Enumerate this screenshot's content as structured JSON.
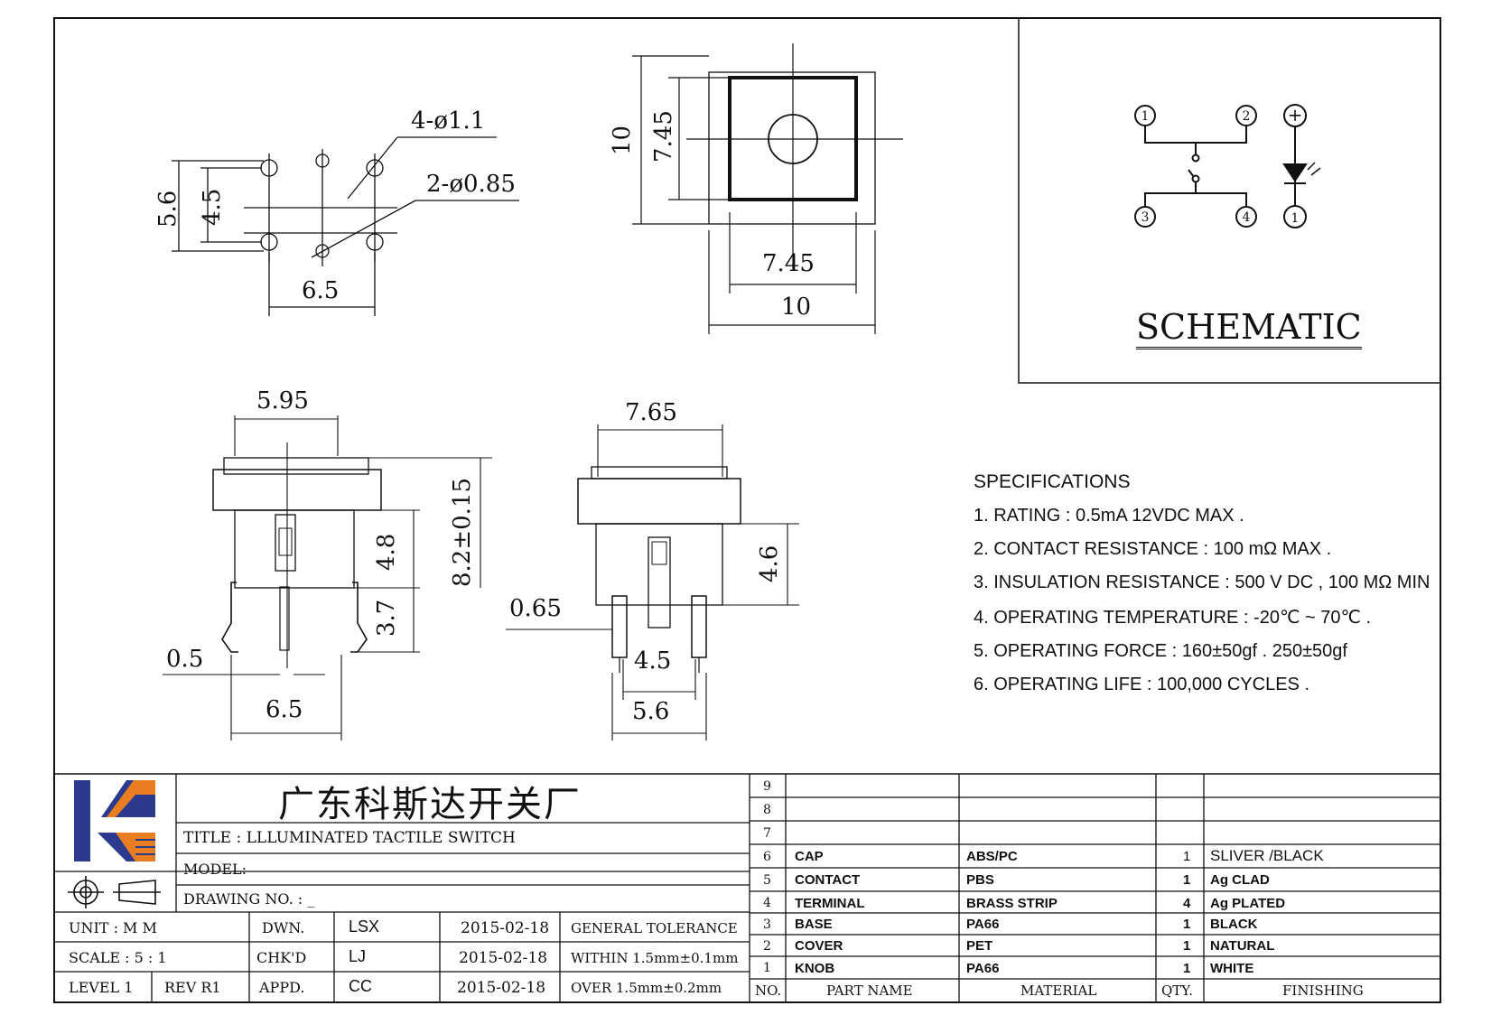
{
  "dimensions": {
    "bottom_hole_dia": "4-ø1.1",
    "bottom_led_hole_dia": "2-ø0.85",
    "bottom_height_outer": "5.6",
    "bottom_height_inner": "4.5",
    "bottom_width": "6.5",
    "top_height_outer": "10",
    "top_height_inner": "7.45",
    "top_width_inner": "7.45",
    "top_width_outer": "10",
    "front_width": "5.95",
    "front_total_height": "8.2±0.15",
    "front_upper_height": "4.8",
    "front_lower_height": "3.7",
    "front_pin_width": "0.5",
    "front_pin_span": "6.5",
    "side_width": "7.65",
    "side_height": "4.6",
    "side_pin_thickness": "0.65",
    "side_pin_inner": "4.5",
    "side_pin_outer": "5.6"
  },
  "schematic": {
    "title": "SCHEMATIC",
    "pins": [
      "1",
      "2",
      "3",
      "4",
      "+",
      "1"
    ]
  },
  "specifications": {
    "title": "SPECIFICATIONS",
    "items": [
      "1. RATING : 0.5mA 12VDC MAX .",
      "2. CONTACT RESISTANCE : 100 mΩ MAX .",
      "3. INSULATION RESISTANCE : 500 V DC , 100 MΩ MIN",
      "4. OPERATING TEMPERATURE : -20℃ ~ 70℃ .",
      "5. OPERATING FORCE : 160±50gf . 250±50gf",
      "6. OPERATING LIFE : 100,000 CYCLES ."
    ]
  },
  "title_block": {
    "company": "广东科斯达开关厂",
    "title": "TITLE :  LLLUMINATED TACTILE SWITCH",
    "model": "MODEL:",
    "drawing_no": "DRAWING NO.  : _",
    "unit": "UNIT   :   M M",
    "scale": "SCALE  :  5 : 1",
    "level": "LEVEL 1",
    "rev": "REV  R1",
    "dwn_label": "DWN.",
    "chkd_label": "CHK'D",
    "appd_label": "APPD.",
    "dwn_by": "LSX",
    "chkd_by": "LJ",
    "appd_by": "CC",
    "dwn_date": "2015-02-18",
    "chkd_date": "2015-02-18",
    "appd_date": "2015-02-18",
    "tolerance_title": "GENERAL TOLERANCE",
    "tolerance_within": "WITHIN 1.5mm±0.1mm",
    "tolerance_over": "OVER   1.5mm±0.2mm"
  },
  "bom": {
    "headers": [
      "NO.",
      "PART  NAME",
      "MATERIAL",
      "QTY.",
      "FINISHING"
    ],
    "rows": [
      {
        "no": "9",
        "part": "",
        "material": "",
        "qty": "",
        "finishing": ""
      },
      {
        "no": "8",
        "part": "",
        "material": "",
        "qty": "",
        "finishing": ""
      },
      {
        "no": "7",
        "part": "",
        "material": "",
        "qty": "",
        "finishing": ""
      },
      {
        "no": "6",
        "part": "CAP",
        "material": "ABS/PC",
        "qty": "1",
        "finishing": "SLIVER /BLACK"
      },
      {
        "no": "5",
        "part": "CONTACT",
        "material": "PBS",
        "qty": "1",
        "finishing": "Ag CLAD"
      },
      {
        "no": "4",
        "part": "TERMINAL",
        "material": "BRASS STRIP",
        "qty": "4",
        "finishing": "Ag PLATED"
      },
      {
        "no": "3",
        "part": "BASE",
        "material": "PA66",
        "qty": "1",
        "finishing": "BLACK"
      },
      {
        "no": "2",
        "part": "COVER",
        "material": "PET",
        "qty": "1",
        "finishing": "NATURAL"
      },
      {
        "no": "1",
        "part": "KNOB",
        "material": "PA66",
        "qty": "1",
        "finishing": "WHITE"
      }
    ]
  },
  "colors": {
    "logo_blue": "#2b3a8c",
    "logo_orange": "#e87d22",
    "ink": "#111111"
  }
}
